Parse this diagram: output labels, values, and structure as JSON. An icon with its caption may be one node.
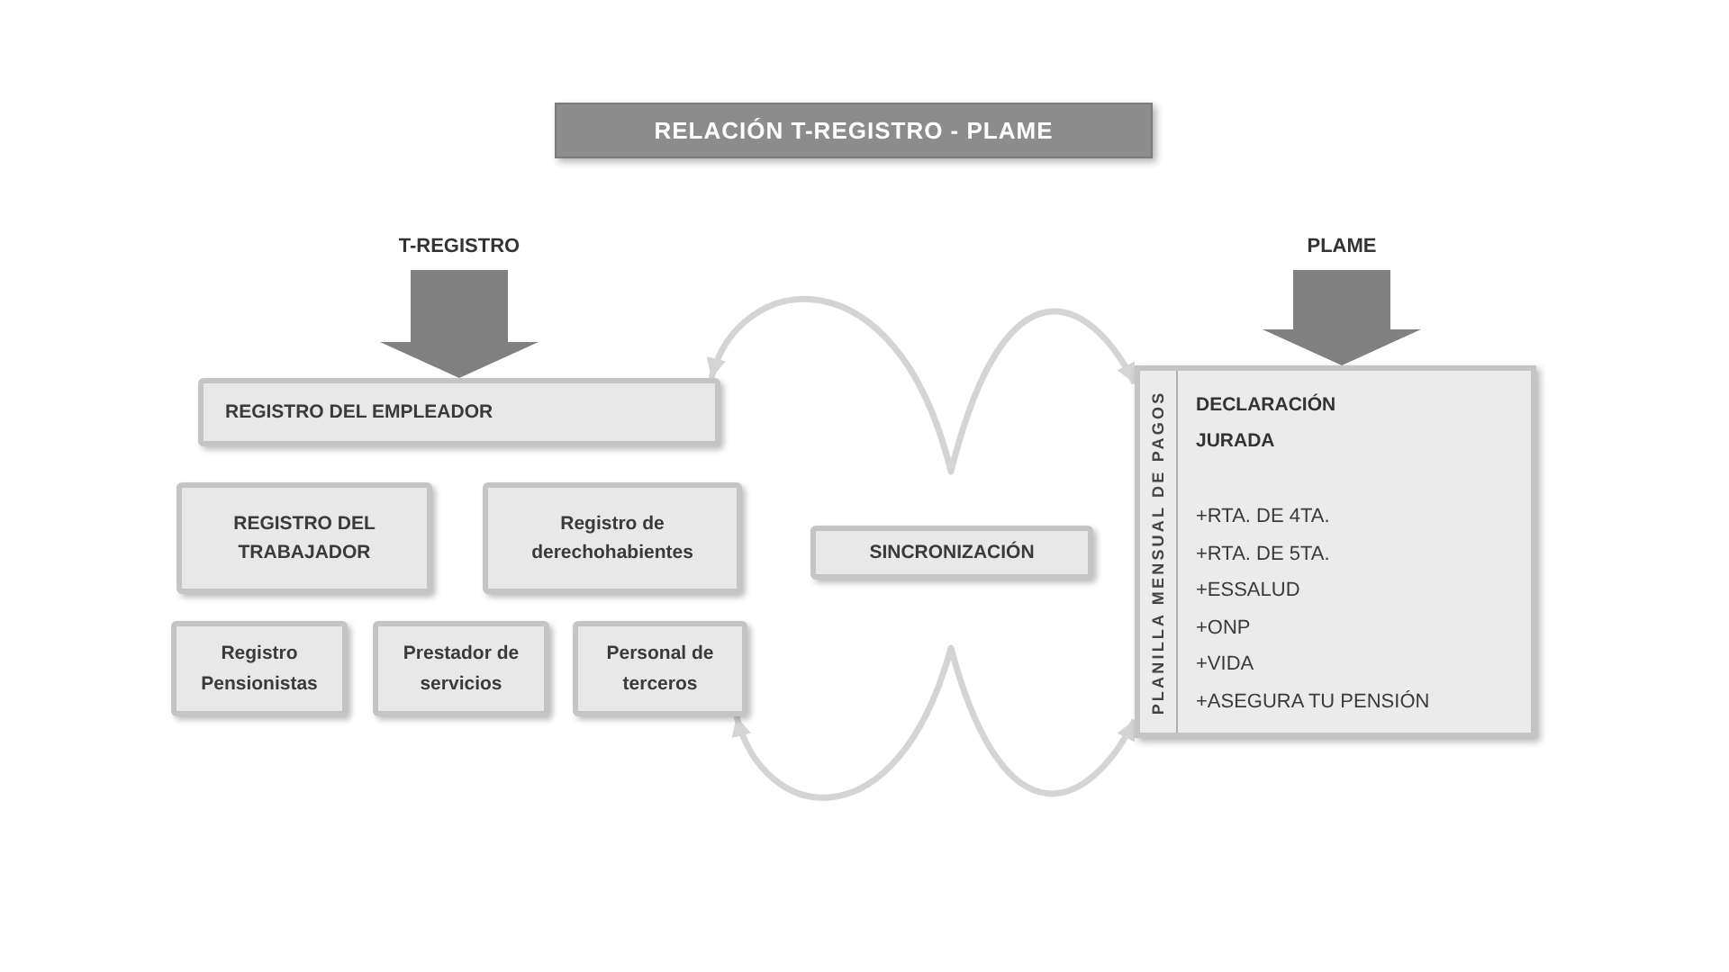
{
  "diagram": {
    "title": "RELACIÓN T-REGISTRO - PLAME",
    "nodes": [
      {
        "text": [
          "T-REGISTRO"
        ]
      },
      {
        "text": [
          "REGISTRO DEL EMPLEADOR"
        ]
      },
      {
        "text": [
          "REGISTRO DEL TRABAJADOR"
        ]
      },
      {
        "text": [
          "Registro de derechohabientes"
        ]
      },
      {
        "text": [
          "Registro Pensionistas"
        ]
      },
      {
        "text": [
          "Prestador de servicios"
        ]
      },
      {
        "text": [
          "Personal de terceros"
        ]
      },
      {
        "text": [
          "SINCRONIZACIÓN"
        ]
      },
      {
        "text": [
          "PLAME"
        ]
      },
      {
        "text": [
          "PLANILLA MENSUAL DE PAGOS",
          "DECLARACIÓN",
          "JURADA",
          "+RTA. DE 4TA.",
          "+RTA. DE 5TA.",
          "+ESSALUD",
          "+ONP",
          "+VIDA",
          "+ASEGURA TU PENSIÓN"
        ]
      }
    ],
    "edges": [
      {
        "from": 0,
        "to": 1,
        "arrow": "to",
        "style": "thick"
      },
      {
        "from": 8,
        "to": 9,
        "arrow": "to",
        "style": "thick"
      },
      {
        "from": 1,
        "to": 9,
        "arrow": "both",
        "color": "#d4d4d4"
      },
      {
        "from": 6,
        "to": 9,
        "arrow": "both",
        "color": "#d4d4d4"
      }
    ]
  }
}
